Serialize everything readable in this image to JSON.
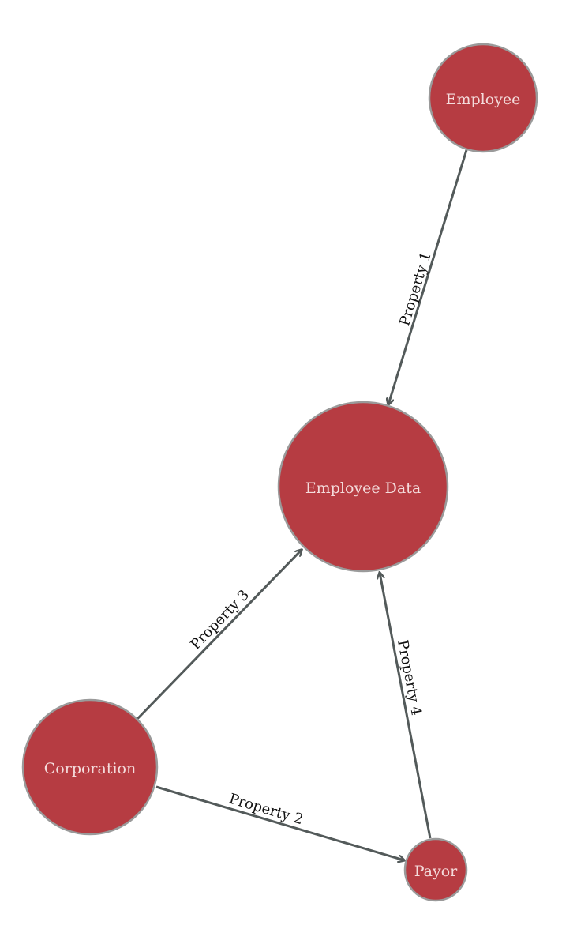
{
  "nodes": [
    {
      "id": "employee",
      "label": "Employee"
    },
    {
      "id": "employee_data",
      "label": "Employee Data"
    },
    {
      "id": "corporation",
      "label": "Corporation"
    },
    {
      "id": "payor",
      "label": "Payor"
    }
  ],
  "edges": [
    {
      "id": "property_1",
      "from": "employee",
      "to": "employee_data",
      "label": "Property 1"
    },
    {
      "id": "property_2",
      "from": "corporation",
      "to": "payor",
      "label": "Property 2"
    },
    {
      "id": "property_3",
      "from": "corporation",
      "to": "employee_data",
      "label": "Property 3"
    },
    {
      "id": "property_4",
      "from": "payor",
      "to": "employee_data",
      "label": "Property 4"
    }
  ],
  "colors": {
    "node_fill": "#b63c42",
    "node_stroke": "#9a9a9a",
    "node_text": "#f4dcdc",
    "edge": "#535a5a",
    "edge_text": "#111111",
    "background": "#ffffff"
  }
}
